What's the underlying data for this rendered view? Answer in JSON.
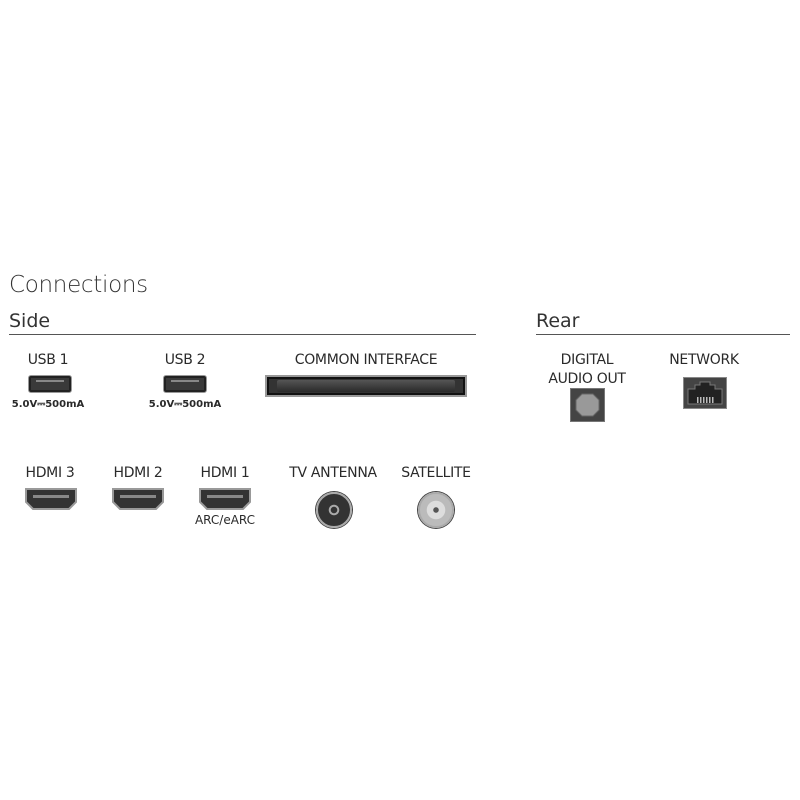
{
  "title": "Connections",
  "side": {
    "heading": "Side",
    "usb": [
      {
        "label": "USB 1",
        "caption": "5.0V⎓500mA"
      },
      {
        "label": "USB 2",
        "caption": "5.0V⎓500mA"
      }
    ],
    "common_interface": "COMMON INTERFACE",
    "hdmi": [
      {
        "label": "HDMI 3"
      },
      {
        "label": "HDMI 2"
      },
      {
        "label": "HDMI 1",
        "caption": "ARC/eARC"
      }
    ],
    "tv_antenna": "TV ANTENNA",
    "satellite": "SATELLITE"
  },
  "rear": {
    "heading": "Rear",
    "digital_audio_line1": "DIGITAL",
    "digital_audio_line2": "AUDIO OUT",
    "network": "NETWORK"
  }
}
